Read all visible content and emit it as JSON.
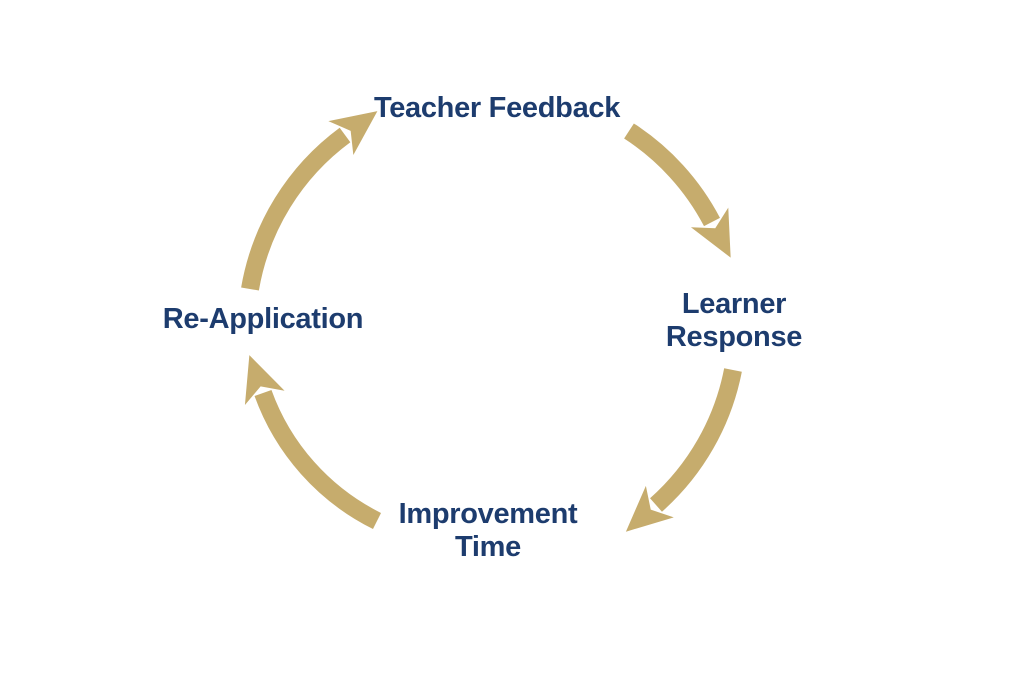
{
  "diagram": {
    "type": "cycle",
    "flow_direction": "clockwise",
    "background_color": "#ffffff",
    "colors": {
      "arrow": "#c6ac6d",
      "label": "#1d3c6e"
    },
    "nodes": [
      {
        "id": "teacher-feedback",
        "position": "top",
        "lines": {
          "0": "Teacher Feedback"
        }
      },
      {
        "id": "learner-response",
        "position": "right",
        "lines": {
          "0": "Learner",
          "1": "Response"
        }
      },
      {
        "id": "improvement-time",
        "position": "bottom",
        "lines": {
          "0": "Improvement",
          "1": "Time"
        }
      },
      {
        "id": "re-application",
        "position": "left",
        "lines": {
          "0": "Re-Application"
        }
      }
    ],
    "arrows": [
      {
        "id": "arrow-reapplication-to-teacher",
        "from": "Re-Application",
        "to": "Teacher Feedback"
      },
      {
        "id": "arrow-teacher-to-learner",
        "from": "Teacher Feedback",
        "to": "Learner Response"
      },
      {
        "id": "arrow-learner-to-improvement",
        "from": "Learner Response",
        "to": "Improvement Time"
      },
      {
        "id": "arrow-improvement-to-reapplication",
        "from": "Improvement Time",
        "to": "Re-Application"
      }
    ]
  }
}
